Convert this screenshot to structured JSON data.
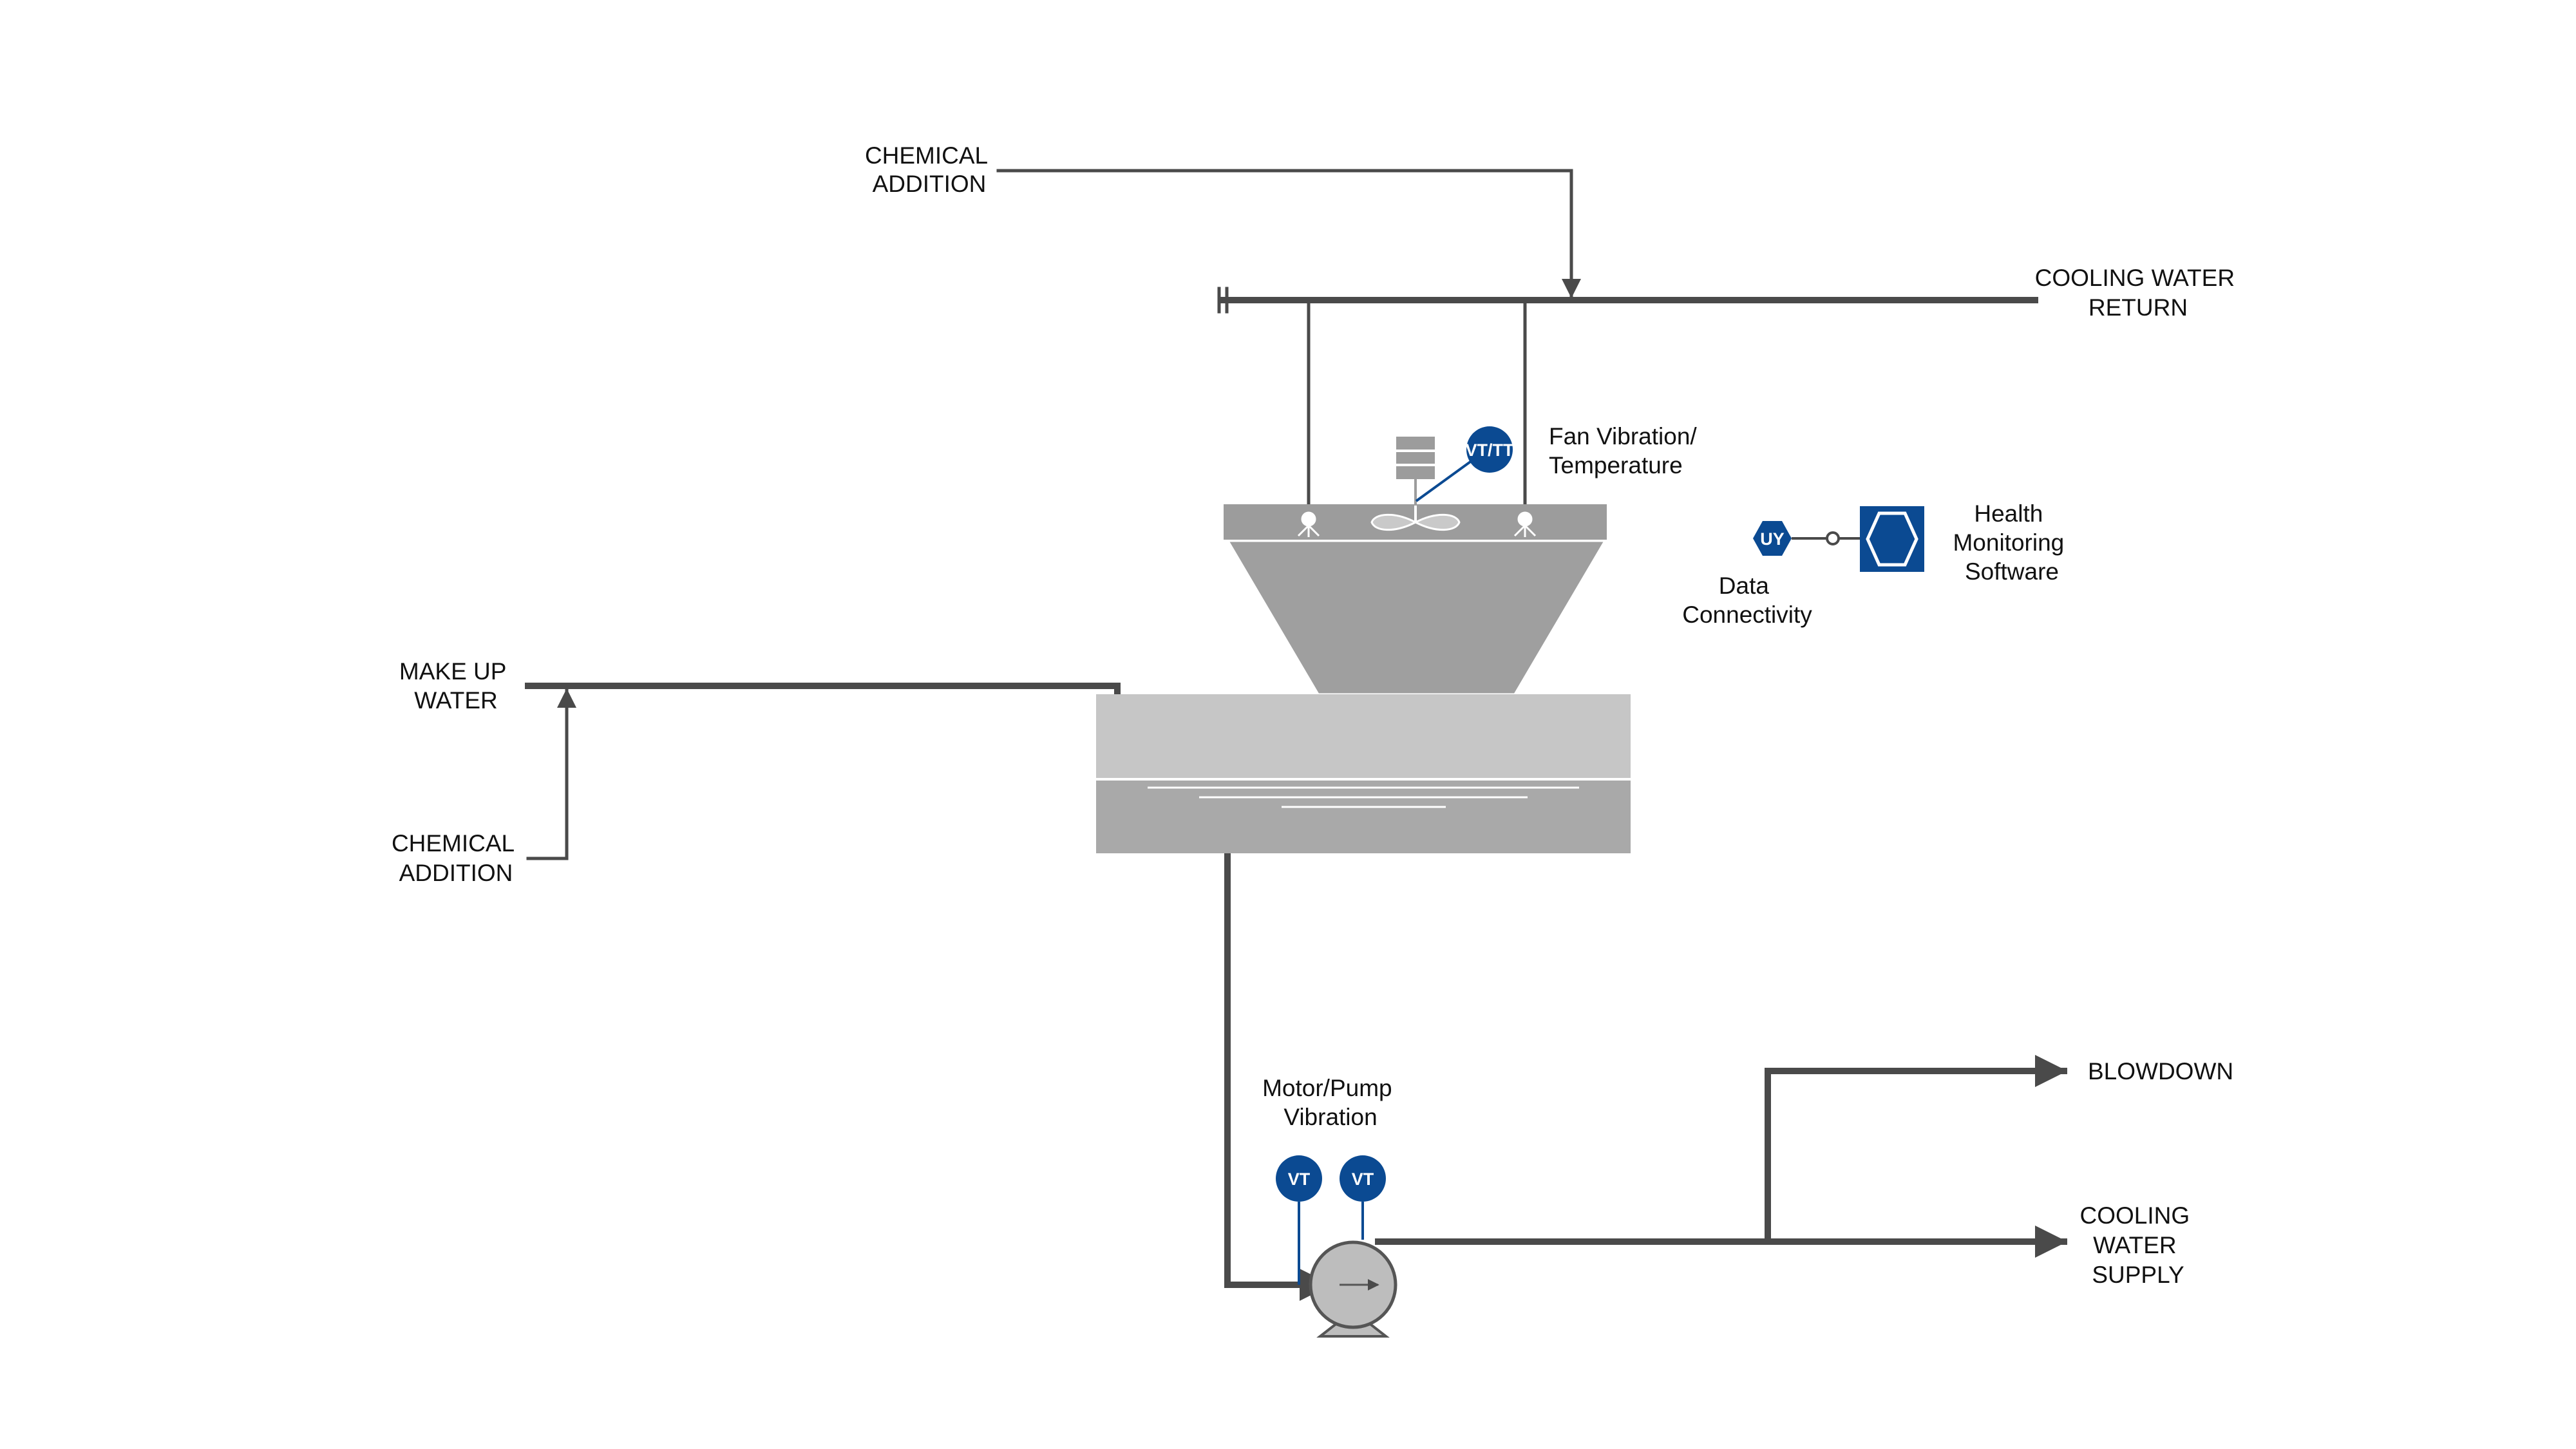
{
  "labels": {
    "chemical_addition_top": [
      "CHEMICAL",
      "ADDITION"
    ],
    "cooling_water_return": [
      "COOLING WATER",
      "RETURN"
    ],
    "fan_vibration_temperature": [
      "Fan Vibration/",
      "Temperature"
    ],
    "health_monitoring_software": [
      "Health",
      "Monitoring",
      "Software"
    ],
    "data_connectivity": [
      "Data",
      "Connectivity"
    ],
    "make_up_water": [
      "MAKE UP",
      "WATER"
    ],
    "chemical_addition_left": [
      "CHEMICAL",
      "ADDITION"
    ],
    "motor_pump_vibration": [
      "Motor/Pump",
      "Vibration"
    ],
    "blowdown": "BLOWDOWN",
    "cooling_water_supply": [
      "COOLING",
      "WATER",
      "SUPPLY"
    ]
  },
  "instruments": {
    "fan_transmitter": "VT/TT",
    "data_connectivity_tag": "UY",
    "motor_vibration_1": "VT",
    "motor_vibration_2": "VT"
  },
  "colors": {
    "pipe": "#4a4a4a",
    "instrument": "#0b4a92",
    "tower_dark": "#9a9a9a",
    "tower_mid": "#a9a9a9",
    "basin_light": "#c4c4c4",
    "pump": "#bdbdbd"
  }
}
